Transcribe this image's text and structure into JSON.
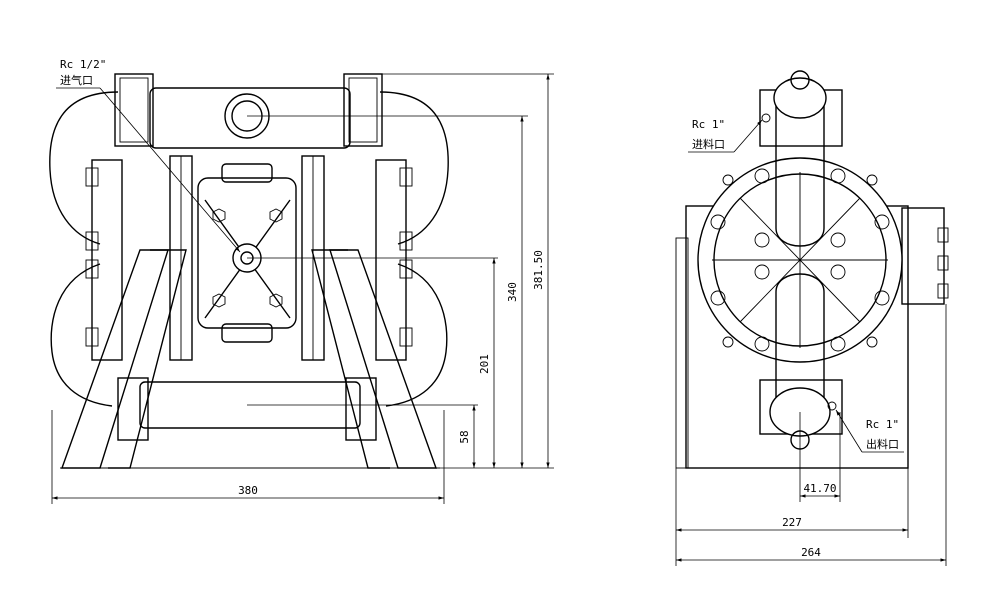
{
  "front_view": {
    "air_inlet": {
      "spec": "Rc 1/2\"",
      "label": "进气口"
    },
    "dimensions": {
      "width": "380",
      "height_total": "381.50",
      "height_inlet": "340",
      "height_center": "201",
      "height_outlet": "58"
    }
  },
  "side_view": {
    "material_inlet": {
      "spec": "Rc 1\"",
      "label": "进料口"
    },
    "material_outlet": {
      "spec": "Rc 1\"",
      "label": "出料口"
    },
    "dimensions": {
      "offset": "41.70",
      "base_width": "227",
      "overall_width": "264"
    }
  }
}
